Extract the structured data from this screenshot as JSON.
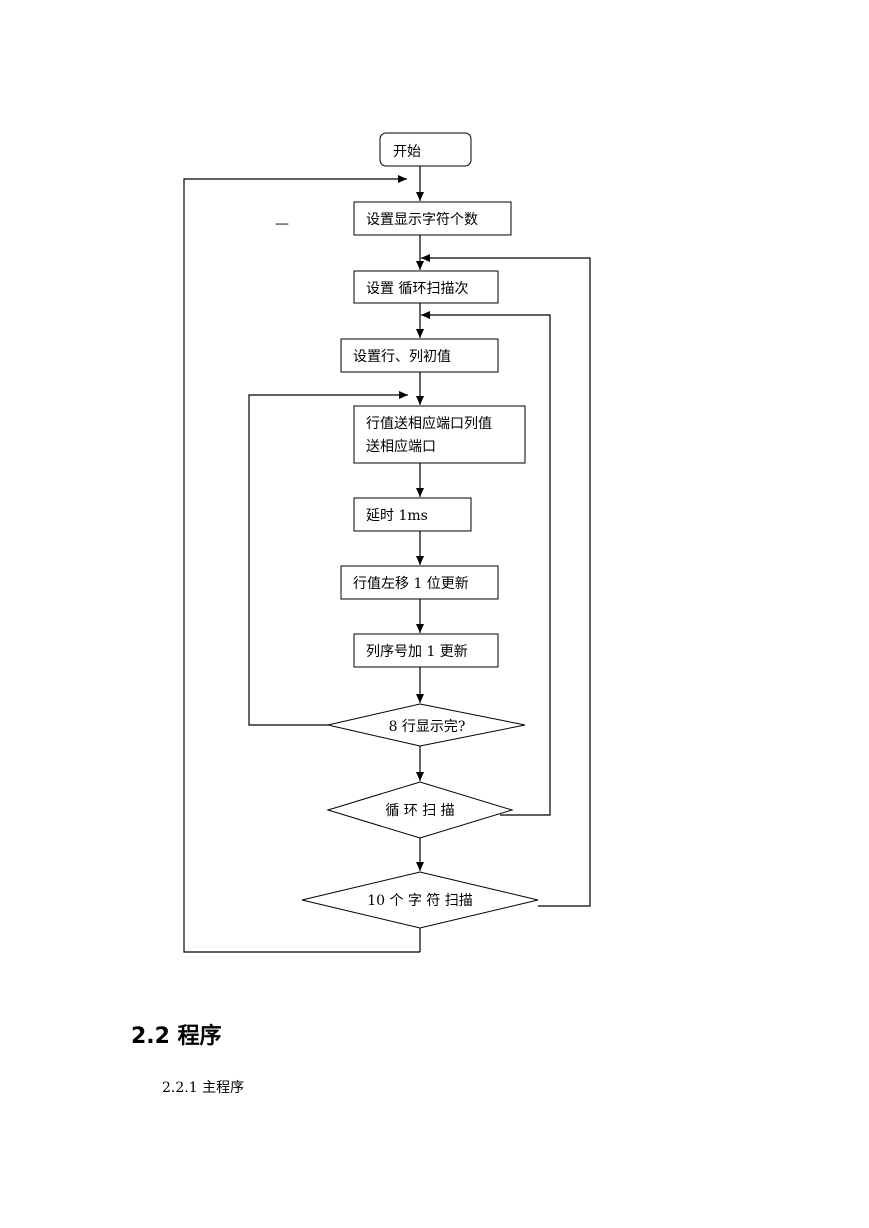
{
  "flowchart": {
    "start": "开始",
    "set_char_count": "设置显示字符个数",
    "set_scan_count": "设置 循环扫描次",
    "set_row_col_init": "设置行、列初值",
    "send_values_line1": "行值送相应端口列值",
    "send_values_line2": "送相应端口",
    "delay": "延时 1ms",
    "shift_row": "行值左移 1 位更新",
    "col_increment": "列序号加 1 更新",
    "decision_rows": "8 行显示完?",
    "decision_loop": "循 环 扫 描",
    "decision_chars": "10 个 字 符 扫描",
    "stray_mark": "—"
  },
  "section": {
    "heading": "2.2  程序",
    "subheading": "2.2.1  主程序"
  }
}
